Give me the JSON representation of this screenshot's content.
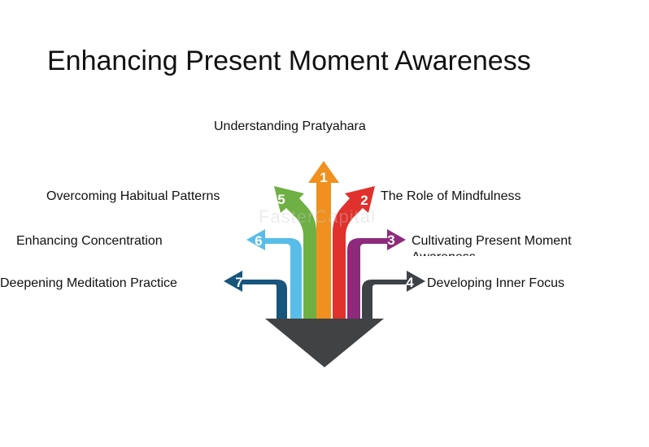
{
  "title": "Enhancing Present Moment Awareness",
  "watermark": "FasterCapital",
  "arrows": [
    {
      "num": "1",
      "label": "Understanding Pratyahara",
      "color": "#f0901e"
    },
    {
      "num": "2",
      "label": "The Role of Mindfulness",
      "color": "#e0312c"
    },
    {
      "num": "3",
      "label": "Cultivating Present Moment Awareness",
      "color": "#8e2a7c"
    },
    {
      "num": "4",
      "label": "Developing Inner Focus",
      "color": "#3d4247"
    },
    {
      "num": "5",
      "label": "Overcoming Habitual Patterns",
      "color": "#6eb043"
    },
    {
      "num": "6",
      "label": "Enhancing Concentration",
      "color": "#58bde8"
    },
    {
      "num": "7",
      "label": "Deepening Meditation Practice",
      "color": "#17557d"
    }
  ],
  "base_color": "#404244"
}
